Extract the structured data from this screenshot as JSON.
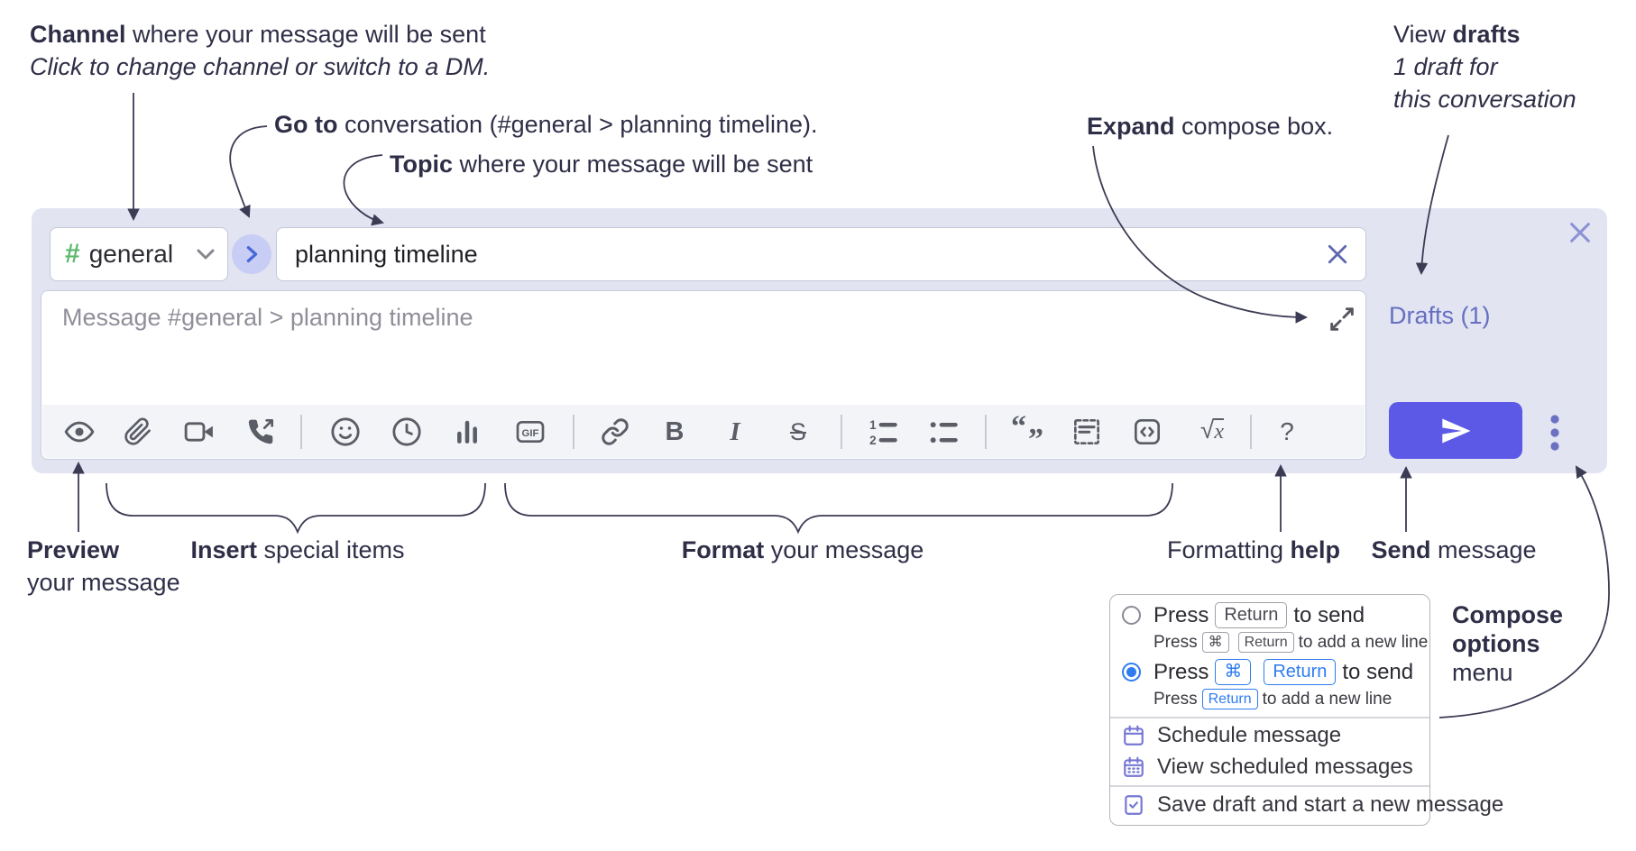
{
  "annotations": {
    "channel": {
      "bold": "Channel",
      "rest": " where your message will be sent",
      "italic": "Click to change channel or switch to a DM."
    },
    "go_to": {
      "bold": "Go to",
      "rest": " conversation (#general > planning timeline)."
    },
    "topic": {
      "bold": "Topic",
      "rest": " where your message will be sent"
    },
    "view_drafts": {
      "pre": "View ",
      "bold": "drafts",
      "italic1": "1 draft for",
      "italic2": "this conversation"
    },
    "expand": {
      "bold": "Expand",
      "rest": " compose box."
    },
    "preview": {
      "bold": "Preview",
      "rest": "your message"
    },
    "insert": {
      "bold": "Insert",
      "rest": " special items"
    },
    "format": {
      "bold": "Format",
      "rest": " your message"
    },
    "formatting_help": {
      "pre": "Formatting ",
      "bold": "help"
    },
    "send": {
      "bold": "Send",
      "rest": " message"
    },
    "compose_options": {
      "line1": "Compose",
      "line2": "options",
      "line3": "menu"
    }
  },
  "compose_box": {
    "channel_selector": {
      "hash": "#",
      "channel_name": "general"
    },
    "topic_input_value": "planning timeline",
    "message_placeholder": "Message #general > planning timeline",
    "drafts_link": "Drafts (1)",
    "toolbar": {
      "gif": "GIF",
      "bold": "B",
      "italic": "I",
      "strike": "S",
      "ol1": "1",
      "ol2": "2",
      "quote_open": "“",
      "quote_close": "”",
      "sqrt": "√",
      "math_x": "x",
      "help": "?"
    }
  },
  "popup_menu": {
    "option_return": {
      "press": "Press",
      "key_return": "Return",
      "to_send": "to send",
      "sub_press": "Press",
      "sub_key_cmd": "⌘",
      "sub_key_return": "Return",
      "sub_rest": "to add a new line"
    },
    "option_cmd_return": {
      "press": "Press",
      "key_cmd": "⌘",
      "key_return": "Return",
      "to_send": "to send",
      "sub_press": "Press",
      "sub_key_return": "Return",
      "sub_rest": "to add a new line"
    },
    "items": [
      "Schedule message",
      "View scheduled messages",
      "Save draft and start a new message"
    ]
  },
  "colors": {
    "annotation_ink": "#2e2e47",
    "connector_line": "#3b3b54",
    "container_bg": "#e2e4f2",
    "input_border": "#c4c7d8",
    "toolbar_bg": "#f3f4f7",
    "icon_gray": "#5a5c66",
    "hash_green": "#5cb96d",
    "circle_button_bg": "#c7cdf4",
    "circle_button_chevron": "#4968d8",
    "send_button": "#5c59e6",
    "drafts_link": "#656fc0",
    "purple_controls": "#6a71c0",
    "key_blue": "#2e7cf0",
    "menu_icon_purple": "#7577d4",
    "placeholder_gray": "#8f8f99"
  }
}
